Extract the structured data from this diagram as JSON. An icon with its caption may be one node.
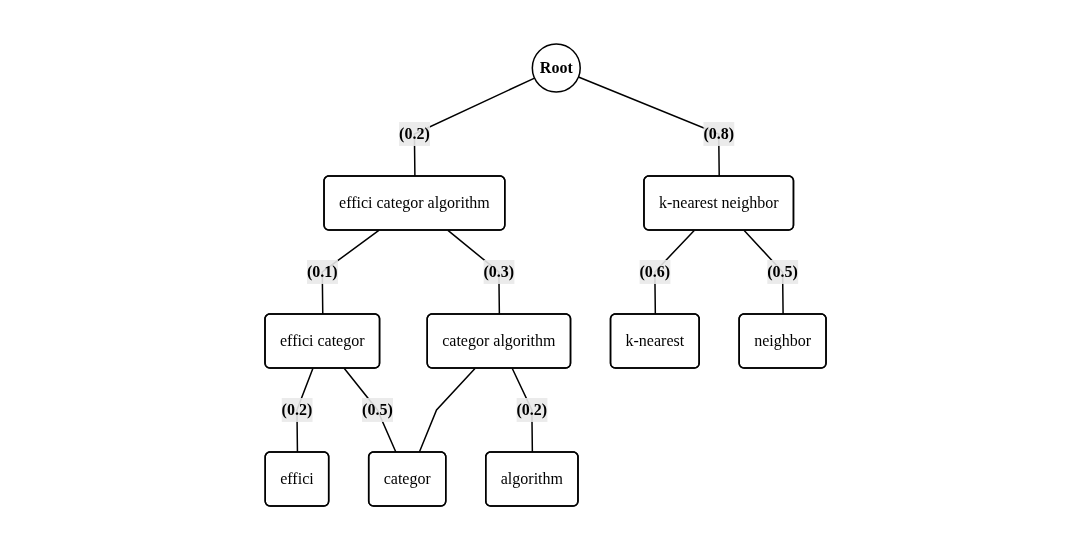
{
  "diagram": {
    "nodes": [
      {
        "text": [
          "Root"
        ]
      },
      {
        "text": [
          "effici categor algorithm"
        ],
        "beside": [
          "(0.2)"
        ]
      },
      {
        "text": [
          "k-nearest neighbor"
        ],
        "beside": [
          "(0.8)"
        ]
      },
      {
        "text": [
          "effici categor"
        ],
        "beside": [
          "(0.1)"
        ]
      },
      {
        "text": [
          "categor algorithm"
        ],
        "beside": [
          "(0.3)"
        ]
      },
      {
        "text": [
          "k-nearest"
        ],
        "beside": [
          "(0.6)"
        ]
      },
      {
        "text": [
          "neighbor"
        ],
        "beside": [
          "(0.5)"
        ]
      },
      {
        "text": [
          "effici"
        ],
        "beside": [
          "(0.2)"
        ]
      },
      {
        "text": [
          "categor"
        ],
        "beside": [
          "(0.5)"
        ]
      },
      {
        "text": [
          "algorithm"
        ],
        "beside": [
          "(0.2)"
        ]
      }
    ],
    "edges": [
      {
        "from": 0,
        "to": 2,
        "arrow": "none"
      },
      {
        "from": 0,
        "to": 1,
        "arrow": "none"
      },
      {
        "from": 2,
        "to": 5,
        "arrow": "none"
      },
      {
        "from": 2,
        "to": 6,
        "arrow": "none"
      },
      {
        "from": 1,
        "to": 3,
        "arrow": "none"
      },
      {
        "from": 1,
        "to": 4,
        "arrow": "none"
      },
      {
        "from": 3,
        "to": 7,
        "arrow": "none"
      },
      {
        "from": 3,
        "to": 8,
        "arrow": "none"
      },
      {
        "from": 4,
        "to": 8,
        "arrow": "none"
      },
      {
        "from": 4,
        "to": 9,
        "arrow": "none"
      }
    ]
  }
}
